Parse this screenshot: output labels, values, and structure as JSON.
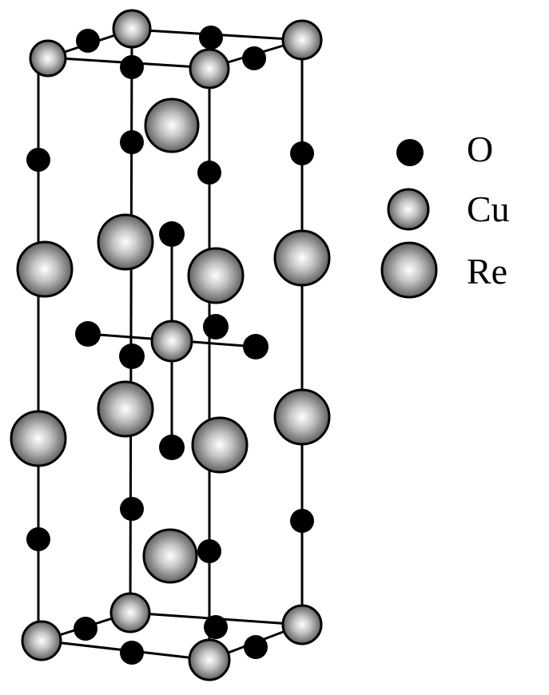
{
  "diagram": {
    "atom_styles": {
      "O": {
        "kind": "solid",
        "fill": "#000000"
      },
      "Cu": {
        "kind": "shaded",
        "highlight": "#ffffff",
        "mid": "#b8b8b8",
        "shadow": "#5a5a5a",
        "outline": "#000000"
      },
      "Re": {
        "kind": "shaded",
        "highlight": "#ffffff",
        "mid": "#b8b8b8",
        "shadow": "#5a5a5a",
        "outline": "#000000"
      }
    },
    "line_color": "#000000"
  },
  "legend": {
    "entries": [
      {
        "element": "O",
        "label": "O"
      },
      {
        "element": "Cu",
        "label": "Cu"
      },
      {
        "element": "Re",
        "label": "Re"
      }
    ]
  }
}
